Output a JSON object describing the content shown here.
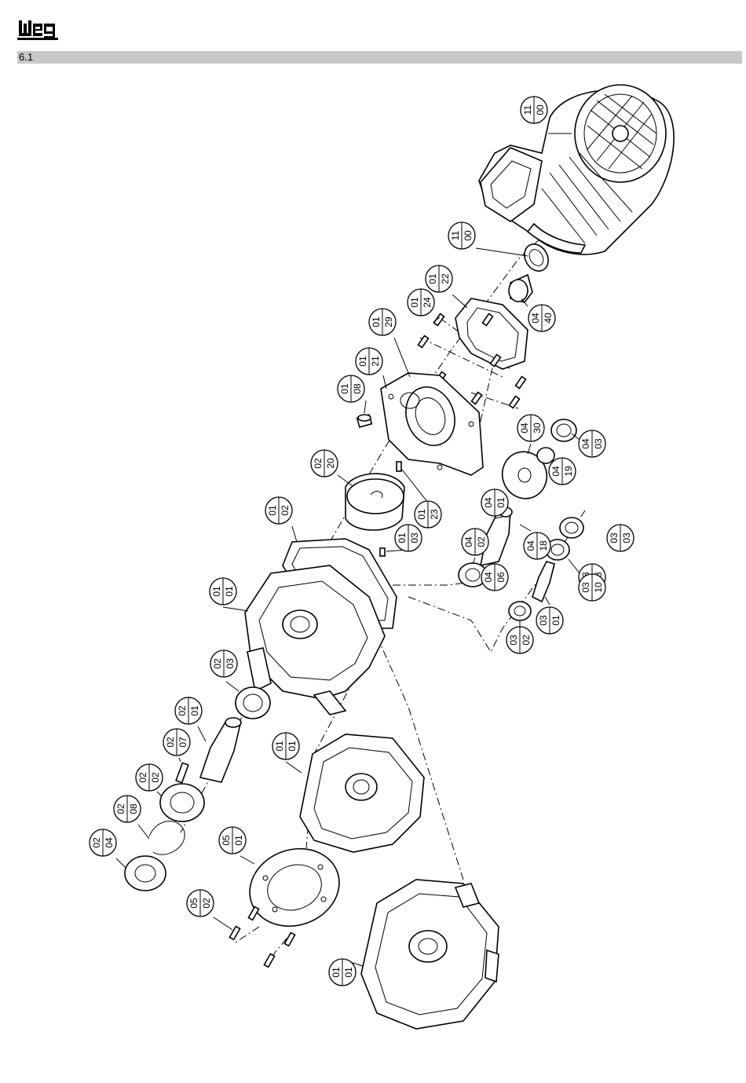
{
  "header": {
    "logo_text": "WEG",
    "section_number": "6.1"
  },
  "callouts": [
    {
      "top": "11",
      "bottom": "00"
    },
    {
      "top": "11",
      "bottom": "00"
    },
    {
      "top": "01",
      "bottom": "22"
    },
    {
      "top": "01",
      "bottom": "24"
    },
    {
      "top": "04",
      "bottom": "40"
    },
    {
      "top": "01",
      "bottom": "29"
    },
    {
      "top": "01",
      "bottom": "21"
    },
    {
      "top": "01",
      "bottom": "08"
    },
    {
      "top": "02",
      "bottom": "20"
    },
    {
      "top": "04",
      "bottom": "30"
    },
    {
      "top": "04",
      "bottom": "03"
    },
    {
      "top": "04",
      "bottom": "19"
    },
    {
      "top": "01",
      "bottom": "23"
    },
    {
      "top": "04",
      "bottom": "01"
    },
    {
      "top": "01",
      "bottom": "02"
    },
    {
      "top": "04",
      "bottom": "18"
    },
    {
      "top": "01",
      "bottom": "03"
    },
    {
      "top": "04",
      "bottom": "02"
    },
    {
      "top": "03",
      "bottom": "03"
    },
    {
      "top": "03",
      "bottom": "03"
    },
    {
      "top": "04",
      "bottom": "06"
    },
    {
      "top": "03",
      "bottom": "10"
    },
    {
      "top": "01",
      "bottom": "01"
    },
    {
      "top": "03",
      "bottom": "01"
    },
    {
      "top": "03",
      "bottom": "02"
    },
    {
      "top": "02",
      "bottom": "03"
    },
    {
      "top": "02",
      "bottom": "01"
    },
    {
      "top": "02",
      "bottom": "07"
    },
    {
      "top": "01",
      "bottom": "01"
    },
    {
      "top": "02",
      "bottom": "02"
    },
    {
      "top": "02",
      "bottom": "08"
    },
    {
      "top": "02",
      "bottom": "04"
    },
    {
      "top": "05",
      "bottom": "01"
    },
    {
      "top": "05",
      "bottom": "02"
    },
    {
      "top": "01",
      "bottom": "01"
    }
  ]
}
